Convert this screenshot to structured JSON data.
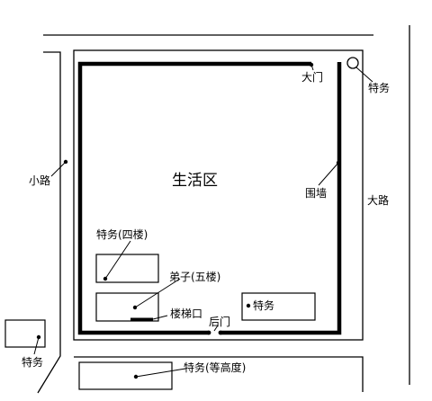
{
  "labels": {
    "living_area": "生活区",
    "main_gate": "大门",
    "back_gate": "后门",
    "wall": "围墙",
    "path": "小路",
    "road": "大路",
    "agent_corner": "特务",
    "agent_fourth_floor": "特务(四楼)",
    "disciple_fifth_floor": "弟子(五楼)",
    "stairwell": "楼梯口",
    "agent_right_building": "特务",
    "agent_left_box": "特务",
    "agent_same_height": "特务(等高度)"
  },
  "colors": {
    "ink": "#000000",
    "paper": "#ffffff"
  }
}
